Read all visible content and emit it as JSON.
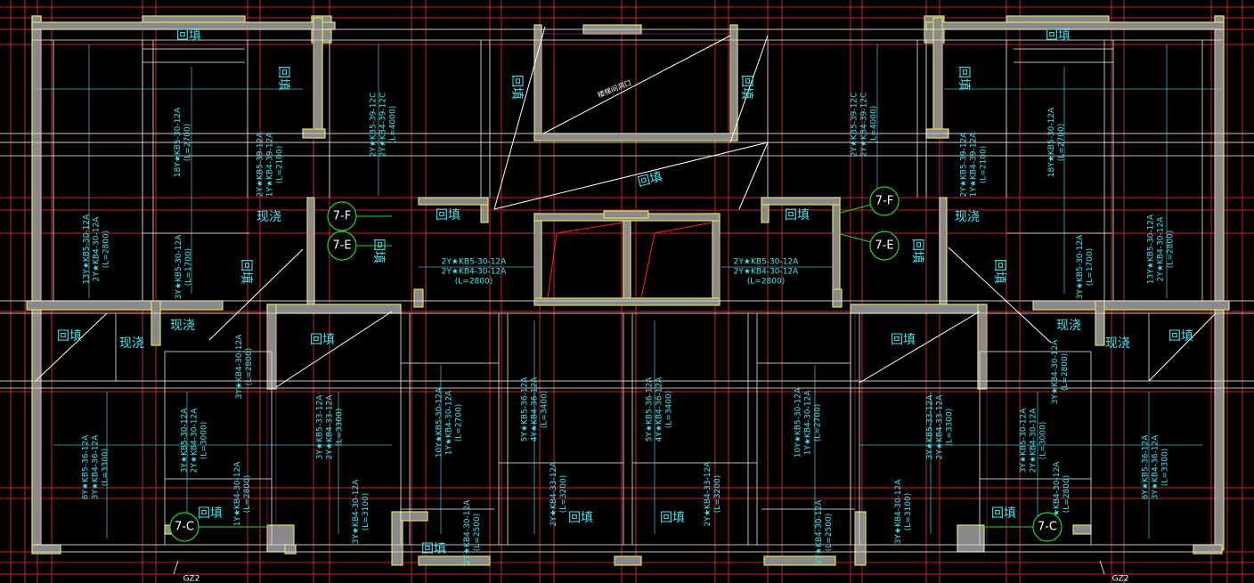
{
  "colors": {
    "background": "#000000",
    "grid_red": "#c8202a",
    "wall_gray": "#8a8a8a",
    "wall_outline": "#e0e060",
    "wall_inner": "#d03c3c",
    "beam_white": "#e6e6e6",
    "text_cyan": "#3fe6f0",
    "marker_green": "#22d622",
    "hatch_red": "#ff2020",
    "edge_magenta": "#d040d0"
  },
  "labels": {
    "fill": "回填",
    "cast": "现浇",
    "hole": "楼梯间洞口"
  },
  "markers": {
    "f": "7-F",
    "e": "7-E",
    "c": "7-C"
  },
  "callouts": {
    "gz": "GZ2"
  },
  "rebar": {
    "a1": "13Y★KB5-30-12A",
    "a2": "2Y★KB4-30-12A",
    "a3": "(L=2800)",
    "b1": "18Y★KB5-30-12A",
    "b2": "(L=2700)",
    "c1": "2Y★KB5-39-12A",
    "c2": "1Y★KB4-39-12A",
    "c3": "(L=2100)",
    "d1": "2Y★KB5-39-12C",
    "d2": "2Y★KB4-39-12C",
    "d3": "(L=4000)",
    "e1": "3Y★KB5-30-12A",
    "e2": "(L=1700)",
    "f1": "2Y★KB5-30-12A",
    "f2": "2Y★KB4-30-12A",
    "f3": "(L=2800)",
    "g1": "3Y★KB4-30-12A",
    "g2": "(L=2800)",
    "h1": "6Y★KB5-36-12A",
    "h2": "3Y★KB4-36-12A",
    "h3": "(L=3300)",
    "i1": "3Y★KB5-30-12A",
    "i2": "2Y★KB4-30-12A",
    "i3": "(L=3000)",
    "j1": "1Y★KB4-30-12A",
    "j2": "(L=2800)",
    "k1": "3Y★KB5-33-12A",
    "k2": "2Y★KB4-33-12A",
    "k3": "(L=3300)",
    "l1": "3Y★KB4-30-12A",
    "l2": "(L=3100)",
    "m1": "10Y★KB5-30-12A",
    "m2": "1Y★KB4-30-12A",
    "m3": "(L=2700)",
    "n1": "2Y★KB4-30-12A",
    "n2": "(L=2500)",
    "o1": "5Y★KB5-36-12A",
    "o2": "4Y★KB4-36-12A",
    "o3": "(L=3400)",
    "p1": "2Y★KB4-33-12A",
    "p2": "(L=3200)"
  }
}
